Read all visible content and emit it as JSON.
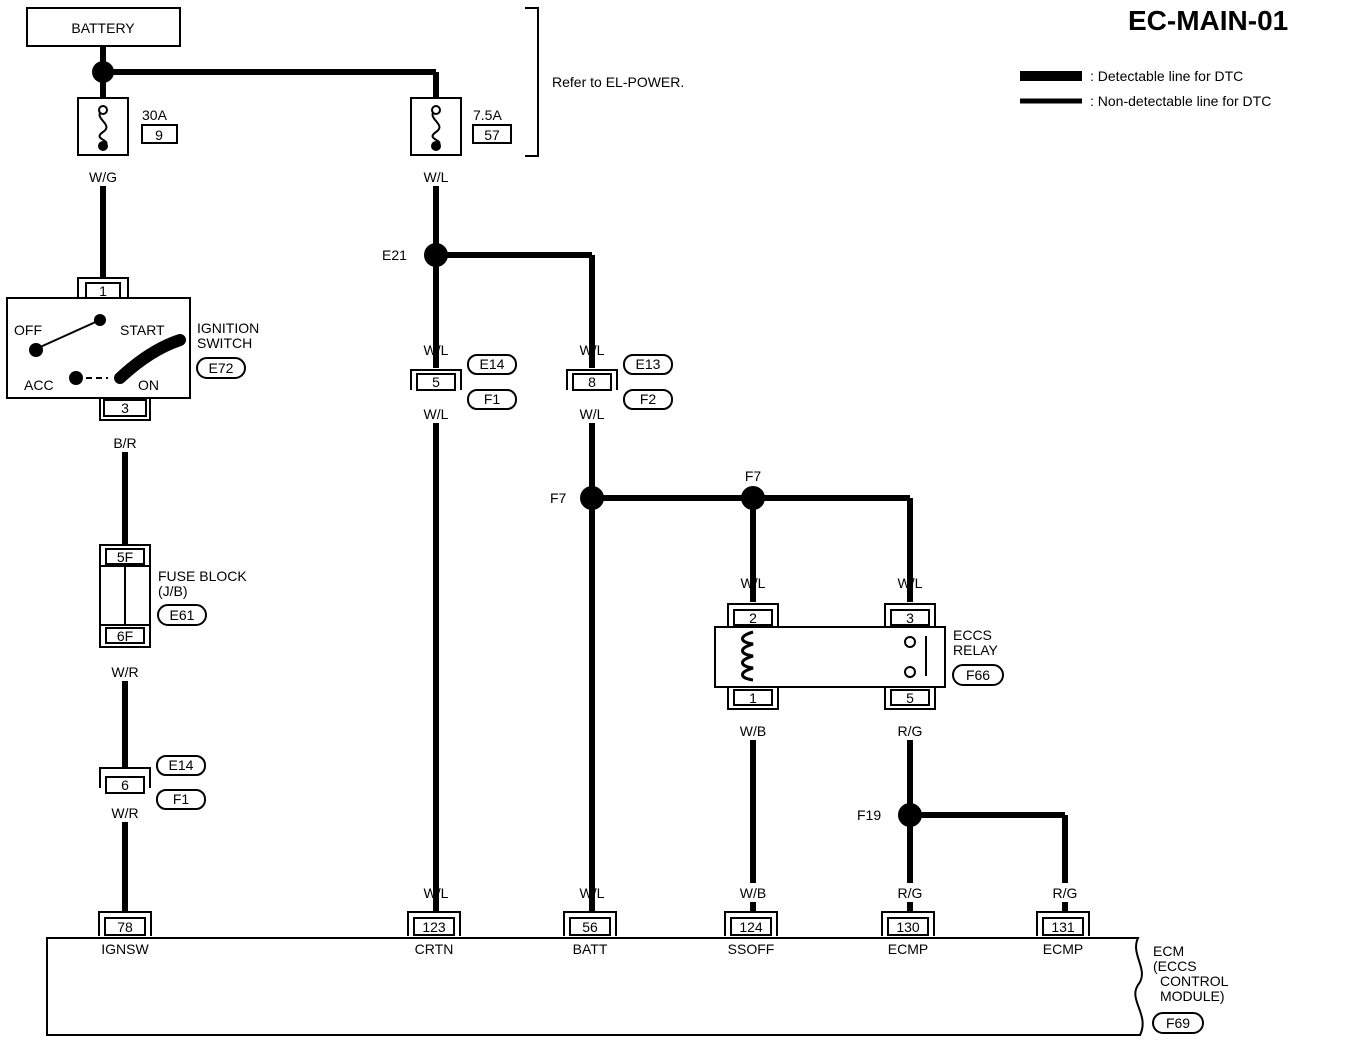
{
  "title": "EC-MAIN-01",
  "refer": "Refer to EL-POWER.",
  "legend": {
    "detectable": ": Detectable line for DTC",
    "nondetectable": ": Non-detectable line for DTC"
  },
  "battery": "BATTERY",
  "fuse30": {
    "amps": "30A",
    "num": "9"
  },
  "fuse75": {
    "amps": "7.5A",
    "num": "57"
  },
  "ignition": {
    "title1": "IGNITION",
    "title2": "SWITCH",
    "connector": "E72",
    "off": "OFF",
    "start": "START",
    "acc": "ACC",
    "on": "ON",
    "pin_top": "1",
    "pin_bottom": "3"
  },
  "fuseblock": {
    "title1": "FUSE BLOCK",
    "title2": "(J/B)",
    "connector": "E61",
    "pin_top": "5F",
    "pin_bottom": "6F"
  },
  "relay": {
    "title1": "ECCS",
    "title2": "RELAY",
    "connector": "F66",
    "pin2": "2",
    "pin3": "3",
    "pin1": "1",
    "pin5": "5"
  },
  "ecm": {
    "title1": "ECM",
    "title2": "(ECCS",
    "title3": "CONTROL",
    "title4": "MODULE)",
    "connector": "F69"
  },
  "joints": {
    "e21": "E21",
    "f7a": "F7",
    "f7b": "F7",
    "f19": "F19"
  },
  "wires": {
    "wg": "W/G",
    "wl_top": "W/L",
    "br": "B/R",
    "wr1": "W/R",
    "wr2": "W/R",
    "wl_a1": "W/L",
    "wl_a2": "W/L",
    "wl_b1": "W/L",
    "wl_b2": "W/L",
    "wl_c": "W/L",
    "wl_d": "W/L",
    "wb1": "W/B",
    "rg1": "R/G",
    "wl_e": "W/L",
    "wl_f": "W/L",
    "wb2": "W/B",
    "rg2": "R/G",
    "rg3": "R/G"
  },
  "connectors": {
    "e14a": "E14",
    "f1a": "F1",
    "pin5": "5",
    "e13": "E13",
    "f2": "F2",
    "pin8": "8",
    "e14b": "E14",
    "f1b": "F1",
    "pin6": "6"
  },
  "ecm_pins": [
    {
      "num": "78",
      "name": "IGNSW"
    },
    {
      "num": "123",
      "name": "CRTN"
    },
    {
      "num": "56",
      "name": "BATT"
    },
    {
      "num": "124",
      "name": "SSOFF"
    },
    {
      "num": "130",
      "name": "ECMP"
    },
    {
      "num": "131",
      "name": "ECMP"
    }
  ]
}
